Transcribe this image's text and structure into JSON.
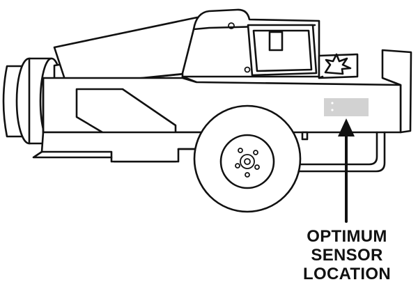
{
  "callout": {
    "lines": [
      "OPTIMUM",
      "SENSOR",
      "LOCATION"
    ]
  },
  "colors": {
    "ink": "#111111",
    "sensor_fill": "#d2d2d2",
    "background": "#ffffff"
  },
  "icons": {
    "arrow": "upward-arrow",
    "spark": "starburst"
  }
}
